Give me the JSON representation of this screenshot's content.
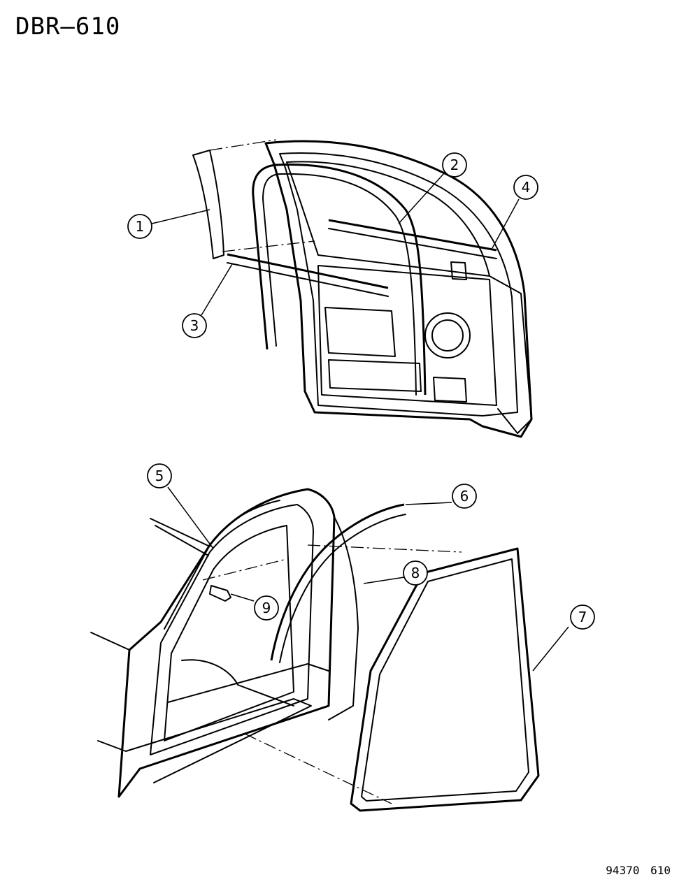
{
  "header": {
    "title": "DBR–610"
  },
  "footer": {
    "figure_number": "94370 610"
  },
  "callouts": [
    "1",
    "2",
    "3",
    "4",
    "5",
    "6",
    "7",
    "8",
    "9"
  ]
}
